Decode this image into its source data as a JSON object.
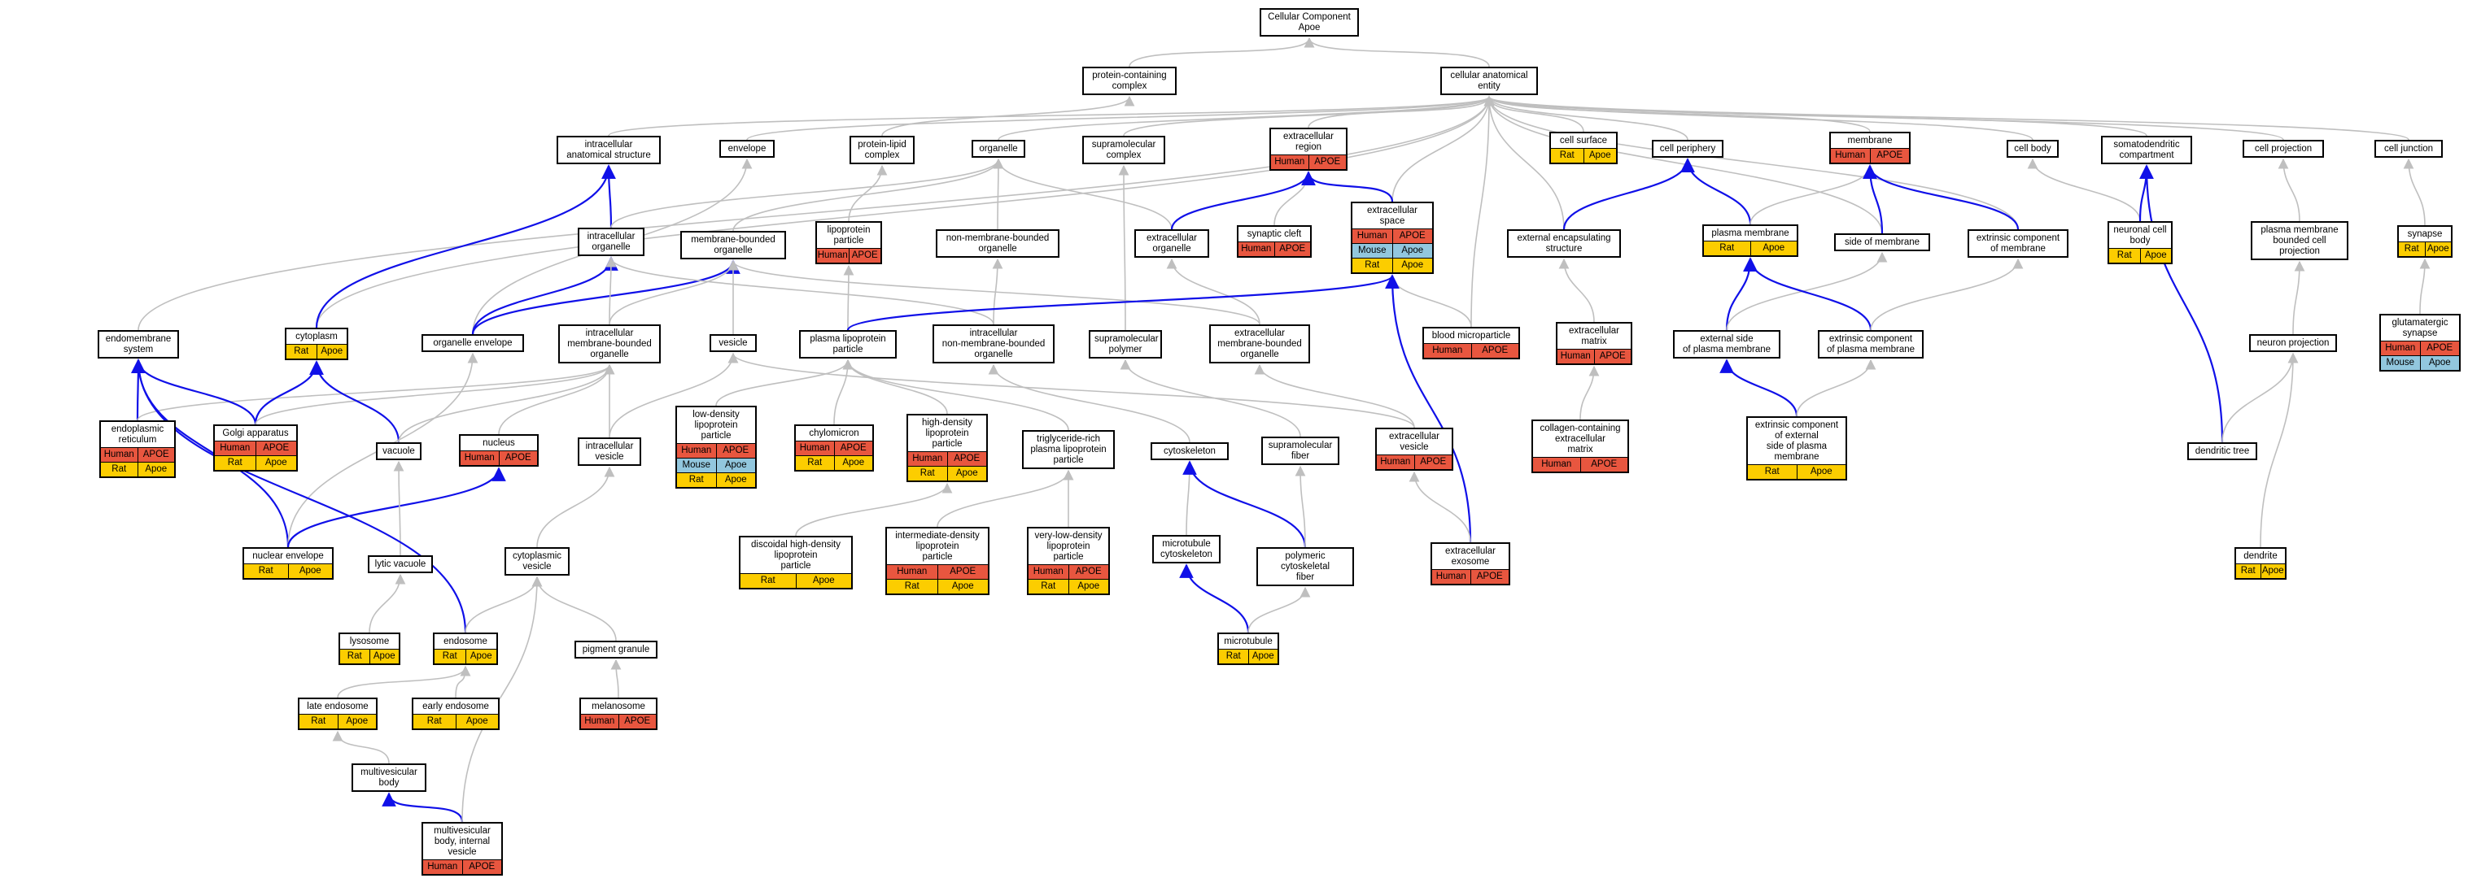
{
  "colors": {
    "human": "#e8563f",
    "mouse": "#92c7de",
    "rat": "#fccd00",
    "grey_edge": "#bfbfbf",
    "blue_edge": "#1010e8"
  },
  "nodes": [
    {
      "id": "root",
      "label": "Cellular Component\nApoe",
      "ann": []
    },
    {
      "id": "pcc",
      "label": "protein-containing\ncomplex",
      "ann": []
    },
    {
      "id": "cae",
      "label": "cellular anatomical\nentity",
      "ann": []
    },
    {
      "id": "ias",
      "label": "intracellular\nanatomical structure",
      "ann": []
    },
    {
      "id": "env",
      "label": "envelope",
      "ann": []
    },
    {
      "id": "plc",
      "label": "protein-lipid\ncomplex",
      "ann": []
    },
    {
      "id": "org",
      "label": "organelle",
      "ann": []
    },
    {
      "id": "smc",
      "label": "supramolecular\ncomplex",
      "ann": []
    },
    {
      "id": "exr",
      "label": "extracellular\nregion",
      "ann": [
        [
          "Human",
          "APOE"
        ]
      ]
    },
    {
      "id": "csu",
      "label": "cell surface",
      "ann": [
        [
          "Rat",
          "Apoe"
        ]
      ]
    },
    {
      "id": "cpe",
      "label": "cell periphery",
      "ann": []
    },
    {
      "id": "mem",
      "label": "membrane",
      "ann": [
        [
          "Human",
          "APOE"
        ]
      ]
    },
    {
      "id": "cbo",
      "label": "cell body",
      "ann": []
    },
    {
      "id": "sdc",
      "label": "somatodendritic\ncompartment",
      "ann": []
    },
    {
      "id": "cpr",
      "label": "cell projection",
      "ann": []
    },
    {
      "id": "cju",
      "label": "cell junction",
      "ann": []
    },
    {
      "id": "ino",
      "label": "intracellular\norganelle",
      "ann": []
    },
    {
      "id": "mbo",
      "label": "membrane-bounded\norganelle",
      "ann": []
    },
    {
      "id": "lpp",
      "label": "lipoprotein\nparticle",
      "ann": [
        [
          "Human",
          "APOE"
        ]
      ]
    },
    {
      "id": "nmbo",
      "label": "non-membrane-bounded\norganelle",
      "ann": []
    },
    {
      "id": "exo",
      "label": "extracellular\norganelle",
      "ann": []
    },
    {
      "id": "syc",
      "label": "synaptic cleft",
      "ann": [
        [
          "Human",
          "APOE"
        ]
      ]
    },
    {
      "id": "exs",
      "label": "extracellular\nspace",
      "ann": [
        [
          "Human",
          "APOE"
        ],
        [
          "Mouse",
          "Apoe"
        ],
        [
          "Rat",
          "Apoe"
        ]
      ]
    },
    {
      "id": "ees",
      "label": "external encapsulating\nstructure",
      "ann": []
    },
    {
      "id": "plm",
      "label": "plasma membrane",
      "ann": [
        [
          "Rat",
          "Apoe"
        ]
      ]
    },
    {
      "id": "som",
      "label": "side of membrane",
      "ann": []
    },
    {
      "id": "ecm",
      "label": "extrinsic component\nof membrane",
      "ann": []
    },
    {
      "id": "ncb",
      "label": "neuronal cell\nbody",
      "ann": [
        [
          "Rat",
          "Apoe"
        ]
      ]
    },
    {
      "id": "pmbcp",
      "label": "plasma membrane\nbounded cell\nprojection",
      "ann": []
    },
    {
      "id": "syn",
      "label": "synapse",
      "ann": [
        [
          "Rat",
          "Apoe"
        ]
      ]
    },
    {
      "id": "ems",
      "label": "endomembrane\nsystem",
      "ann": []
    },
    {
      "id": "cyt",
      "label": "cytoplasm",
      "ann": [
        [
          "Rat",
          "Apoe"
        ]
      ]
    },
    {
      "id": "oen",
      "label": "organelle envelope",
      "ann": []
    },
    {
      "id": "imbo",
      "label": "intracellular\nmembrane-bounded\norganelle",
      "ann": []
    },
    {
      "id": "ves",
      "label": "vesicle",
      "ann": []
    },
    {
      "id": "plp",
      "label": "plasma lipoprotein\nparticle",
      "ann": []
    },
    {
      "id": "inmbo",
      "label": "intracellular\nnon-membrane-bounded\norganelle",
      "ann": []
    },
    {
      "id": "smp",
      "label": "supramolecular\npolymer",
      "ann": []
    },
    {
      "id": "embo",
      "label": "extracellular\nmembrane-bounded\norganelle",
      "ann": []
    },
    {
      "id": "bmp",
      "label": "blood microparticle",
      "ann": [
        [
          "Human",
          "APOE"
        ]
      ]
    },
    {
      "id": "exmx",
      "label": "extracellular\nmatrix",
      "ann": [
        [
          "Human",
          "APOE"
        ]
      ]
    },
    {
      "id": "espm",
      "label": "external side\nof plasma membrane",
      "ann": []
    },
    {
      "id": "ecpm",
      "label": "extrinsic component\nof plasma membrane",
      "ann": []
    },
    {
      "id": "npj",
      "label": "neuron projection",
      "ann": []
    },
    {
      "id": "gsyn",
      "label": "glutamatergic\nsynapse",
      "ann": [
        [
          "Human",
          "APOE"
        ],
        [
          "Mouse",
          "Apoe"
        ]
      ]
    },
    {
      "id": "er",
      "label": "endoplasmic\nreticulum",
      "ann": [
        [
          "Human",
          "APOE"
        ],
        [
          "Rat",
          "Apoe"
        ]
      ]
    },
    {
      "id": "golgi",
      "label": "Golgi apparatus",
      "ann": [
        [
          "Human",
          "APOE"
        ],
        [
          "Rat",
          "Apoe"
        ]
      ]
    },
    {
      "id": "vac",
      "label": "vacuole",
      "ann": []
    },
    {
      "id": "nuc",
      "label": "nucleus",
      "ann": [
        [
          "Human",
          "APOE"
        ]
      ]
    },
    {
      "id": "iv",
      "label": "intracellular\nvesicle",
      "ann": []
    },
    {
      "id": "ldl",
      "label": "low-density\nlipoprotein\nparticle",
      "ann": [
        [
          "Human",
          "APOE"
        ],
        [
          "Mouse",
          "Apoe"
        ],
        [
          "Rat",
          "Apoe"
        ]
      ]
    },
    {
      "id": "chy",
      "label": "chylomicron",
      "ann": [
        [
          "Human",
          "APOE"
        ],
        [
          "Rat",
          "Apoe"
        ]
      ]
    },
    {
      "id": "hdl",
      "label": "high-density\nlipoprotein\nparticle",
      "ann": [
        [
          "Human",
          "APOE"
        ],
        [
          "Rat",
          "Apoe"
        ]
      ]
    },
    {
      "id": "trl",
      "label": "triglyceride-rich\nplasma lipoprotein\nparticle",
      "ann": []
    },
    {
      "id": "csk",
      "label": "cytoskeleton",
      "ann": []
    },
    {
      "id": "smf",
      "label": "supramolecular\nfiber",
      "ann": []
    },
    {
      "id": "exv",
      "label": "extracellular\nvesicle",
      "ann": [
        [
          "Human",
          "APOE"
        ]
      ]
    },
    {
      "id": "ccem",
      "label": "collagen-containing\nextracellular\nmatrix",
      "ann": [
        [
          "Human",
          "APOE"
        ]
      ]
    },
    {
      "id": "eceps",
      "label": "extrinsic component\nof external\nside of plasma\nmembrane",
      "ann": [
        [
          "Rat",
          "Apoe"
        ]
      ]
    },
    {
      "id": "dtr",
      "label": "dendritic tree",
      "ann": []
    },
    {
      "id": "nen",
      "label": "nuclear envelope",
      "ann": [
        [
          "Rat",
          "Apoe"
        ]
      ]
    },
    {
      "id": "lvac",
      "label": "lytic vacuole",
      "ann": []
    },
    {
      "id": "cv",
      "label": "cytoplasmic\nvesicle",
      "ann": []
    },
    {
      "id": "dhdl",
      "label": "discoidal high-density\nlipoprotein\nparticle",
      "ann": [
        [
          "Rat",
          "Apoe"
        ]
      ]
    },
    {
      "id": "idl",
      "label": "intermediate-density\nlipoprotein\nparticle",
      "ann": [
        [
          "Human",
          "APOE"
        ],
        [
          "Rat",
          "Apoe"
        ]
      ]
    },
    {
      "id": "vldl",
      "label": "very-low-density\nlipoprotein\nparticle",
      "ann": [
        [
          "Human",
          "APOE"
        ],
        [
          "Rat",
          "Apoe"
        ]
      ]
    },
    {
      "id": "mtcs",
      "label": "microtubule\ncytoskeleton",
      "ann": []
    },
    {
      "id": "pcf",
      "label": "polymeric cytoskeletal\nfiber",
      "ann": []
    },
    {
      "id": "exe",
      "label": "extracellular\nexosome",
      "ann": [
        [
          "Human",
          "APOE"
        ]
      ]
    },
    {
      "id": "den",
      "label": "dendrite",
      "ann": [
        [
          "Rat",
          "Apoe"
        ]
      ]
    },
    {
      "id": "lys",
      "label": "lysosome",
      "ann": [
        [
          "Rat",
          "Apoe"
        ]
      ]
    },
    {
      "id": "endo",
      "label": "endosome",
      "ann": [
        [
          "Rat",
          "Apoe"
        ]
      ]
    },
    {
      "id": "pgr",
      "label": "pigment granule",
      "ann": []
    },
    {
      "id": "mtb",
      "label": "microtubule",
      "ann": [
        [
          "Rat",
          "Apoe"
        ]
      ]
    },
    {
      "id": "lend",
      "label": "late endosome",
      "ann": [
        [
          "Rat",
          "Apoe"
        ]
      ]
    },
    {
      "id": "eend",
      "label": "early endosome",
      "ann": [
        [
          "Rat",
          "Apoe"
        ]
      ]
    },
    {
      "id": "mel",
      "label": "melanosome",
      "ann": [
        [
          "Human",
          "APOE"
        ]
      ]
    },
    {
      "id": "mvb",
      "label": "multivesicular\nbody",
      "ann": []
    },
    {
      "id": "mvbiv",
      "label": "multivesicular\nbody, internal\nvesicle",
      "ann": [
        [
          "Human",
          "APOE"
        ]
      ]
    }
  ],
  "edges": [
    [
      "pcc",
      "root",
      "g"
    ],
    [
      "cae",
      "root",
      "g"
    ],
    [
      "plc",
      "pcc",
      "g"
    ],
    [
      "ias",
      "cae",
      "g"
    ],
    [
      "env",
      "cae",
      "g"
    ],
    [
      "org",
      "cae",
      "g"
    ],
    [
      "smc",
      "cae",
      "g"
    ],
    [
      "exr",
      "cae",
      "g"
    ],
    [
      "csu",
      "cae",
      "g"
    ],
    [
      "cpe",
      "cae",
      "g"
    ],
    [
      "mem",
      "cae",
      "g"
    ],
    [
      "cbo",
      "cae",
      "g"
    ],
    [
      "sdc",
      "cae",
      "g"
    ],
    [
      "cpr",
      "cae",
      "g"
    ],
    [
      "cju",
      "cae",
      "g"
    ],
    [
      "exs",
      "cae",
      "g"
    ],
    [
      "ees",
      "cae",
      "g"
    ],
    [
      "bmp",
      "cae",
      "g"
    ],
    [
      "ecm",
      "cae",
      "g"
    ],
    [
      "ems",
      "cae",
      "g"
    ],
    [
      "cyt",
      "cae",
      "g"
    ],
    [
      "som",
      "cae",
      "g"
    ],
    [
      "ino",
      "ias",
      "b"
    ],
    [
      "cyt",
      "ias",
      "b"
    ],
    [
      "lpp",
      "plc",
      "g"
    ],
    [
      "ino",
      "org",
      "g"
    ],
    [
      "mbo",
      "org",
      "g"
    ],
    [
      "nmbo",
      "org",
      "g"
    ],
    [
      "exo",
      "org",
      "g"
    ],
    [
      "smp",
      "smc",
      "g"
    ],
    [
      "exo",
      "exr",
      "b"
    ],
    [
      "syc",
      "exr",
      "g"
    ],
    [
      "exs",
      "exr",
      "b"
    ],
    [
      "ees",
      "cpe",
      "b"
    ],
    [
      "plm",
      "cpe",
      "b"
    ],
    [
      "plm",
      "mem",
      "g"
    ],
    [
      "som",
      "mem",
      "b"
    ],
    [
      "ecm",
      "mem",
      "b"
    ],
    [
      "ncb",
      "cbo",
      "g"
    ],
    [
      "ncb",
      "sdc",
      "b"
    ],
    [
      "dtr",
      "sdc",
      "b"
    ],
    [
      "pmbcp",
      "cpr",
      "g"
    ],
    [
      "syn",
      "cju",
      "g"
    ],
    [
      "oen",
      "env",
      "g"
    ],
    [
      "oen",
      "ino",
      "b"
    ],
    [
      "oen",
      "mbo",
      "b"
    ],
    [
      "imbo",
      "ino",
      "g"
    ],
    [
      "imbo",
      "mbo",
      "g"
    ],
    [
      "ves",
      "mbo",
      "g"
    ],
    [
      "plp",
      "lpp",
      "g"
    ],
    [
      "inmbo",
      "ino",
      "g"
    ],
    [
      "inmbo",
      "nmbo",
      "g"
    ],
    [
      "embo",
      "exo",
      "g"
    ],
    [
      "embo",
      "mbo",
      "g"
    ],
    [
      "plp",
      "exs",
      "b"
    ],
    [
      "bmp",
      "exs",
      "g"
    ],
    [
      "exe",
      "exs",
      "b"
    ],
    [
      "exmx",
      "ees",
      "g"
    ],
    [
      "espm",
      "plm",
      "b"
    ],
    [
      "espm",
      "som",
      "g"
    ],
    [
      "ecpm",
      "plm",
      "b"
    ],
    [
      "ecpm",
      "ecm",
      "g"
    ],
    [
      "npj",
      "pmbcp",
      "g"
    ],
    [
      "gsyn",
      "syn",
      "g"
    ],
    [
      "er",
      "ems",
      "b"
    ],
    [
      "er",
      "imbo",
      "g"
    ],
    [
      "golgi",
      "ems",
      "b"
    ],
    [
      "golgi",
      "cyt",
      "b"
    ],
    [
      "golgi",
      "imbo",
      "g"
    ],
    [
      "vac",
      "cyt",
      "b"
    ],
    [
      "vac",
      "imbo",
      "g"
    ],
    [
      "nuc",
      "imbo",
      "g"
    ],
    [
      "iv",
      "ves",
      "g"
    ],
    [
      "iv",
      "imbo",
      "g"
    ],
    [
      "ldl",
      "plp",
      "g"
    ],
    [
      "chy",
      "plp",
      "g"
    ],
    [
      "hdl",
      "plp",
      "g"
    ],
    [
      "trl",
      "plp",
      "g"
    ],
    [
      "csk",
      "inmbo",
      "g"
    ],
    [
      "smf",
      "smp",
      "g"
    ],
    [
      "exv",
      "embo",
      "g"
    ],
    [
      "exv",
      "ves",
      "g"
    ],
    [
      "ccem",
      "exmx",
      "g"
    ],
    [
      "eceps",
      "espm",
      "b"
    ],
    [
      "eceps",
      "ecpm",
      "g"
    ],
    [
      "dtr",
      "npj",
      "g"
    ],
    [
      "nen",
      "ems",
      "b"
    ],
    [
      "nen",
      "oen",
      "g"
    ],
    [
      "nen",
      "nuc",
      "b"
    ],
    [
      "lvac",
      "vac",
      "g"
    ],
    [
      "cv",
      "iv",
      "g"
    ],
    [
      "dhdl",
      "hdl",
      "g"
    ],
    [
      "idl",
      "trl",
      "g"
    ],
    [
      "vldl",
      "trl",
      "g"
    ],
    [
      "mtcs",
      "csk",
      "g"
    ],
    [
      "pcf",
      "csk",
      "b"
    ],
    [
      "pcf",
      "smf",
      "g"
    ],
    [
      "exe",
      "exv",
      "g"
    ],
    [
      "den",
      "npj",
      "g"
    ],
    [
      "lys",
      "lvac",
      "g"
    ],
    [
      "endo",
      "ems",
      "b"
    ],
    [
      "endo",
      "cv",
      "g"
    ],
    [
      "pgr",
      "cv",
      "g"
    ],
    [
      "mtb",
      "mtcs",
      "b"
    ],
    [
      "mtb",
      "pcf",
      "g"
    ],
    [
      "lend",
      "endo",
      "g"
    ],
    [
      "eend",
      "endo",
      "g"
    ],
    [
      "mel",
      "pgr",
      "g"
    ],
    [
      "mvb",
      "lend",
      "g"
    ],
    [
      "mvbiv",
      "mvb",
      "b"
    ],
    [
      "mvbiv",
      "cv",
      "g"
    ]
  ]
}
